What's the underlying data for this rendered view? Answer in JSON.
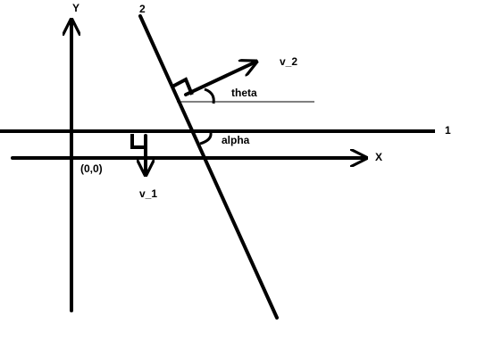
{
  "labels": {
    "y_axis": "Y",
    "x_axis": "X",
    "origin": "(0,0)",
    "line_1": "1",
    "line_2": "2",
    "vector_1": "v_1",
    "vector_2": "v_2",
    "angle_theta": "theta",
    "angle_alpha": "alpha"
  },
  "colors": {
    "ink": "#000000",
    "background": "#ffffff"
  }
}
